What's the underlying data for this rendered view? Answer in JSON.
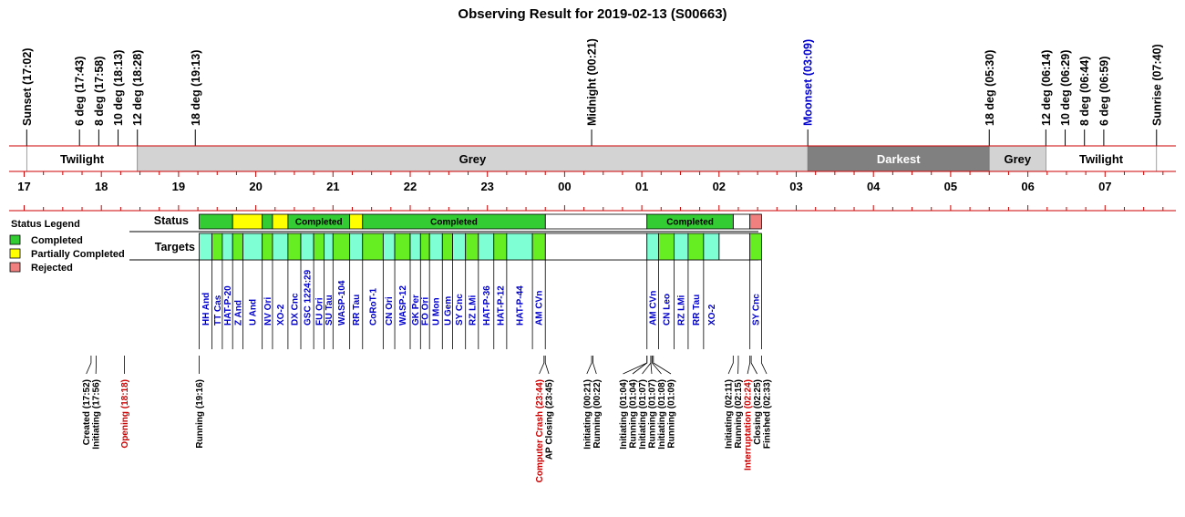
{
  "chart_data": {
    "type": "table",
    "title": "Observing Result for 2019-02-13 (S00663)",
    "hour_labels": [
      "17",
      "18",
      "19",
      "20",
      "21",
      "22",
      "23",
      "00",
      "01",
      "02",
      "03",
      "04",
      "05",
      "06",
      "07"
    ],
    "sun_events": [
      {
        "label": "Sunset (17:02)",
        "time": "17:02",
        "color": "#000000"
      },
      {
        "label": "6 deg (17:43)",
        "time": "17:43",
        "color": "#000000"
      },
      {
        "label": "8 deg (17:58)",
        "time": "17:58",
        "color": "#000000"
      },
      {
        "label": "10 deg (18:13)",
        "time": "18:13",
        "color": "#000000"
      },
      {
        "label": "12 deg (18:28)",
        "time": "18:28",
        "color": "#000000"
      },
      {
        "label": "18 deg (19:13)",
        "time": "19:13",
        "color": "#000000"
      },
      {
        "label": "Midnight (00:21)",
        "time": "00:21",
        "color": "#000000"
      },
      {
        "label": "Moonset (03:09)",
        "time": "03:09",
        "color": "#0000cc"
      },
      {
        "label": "18 deg (05:30)",
        "time": "05:30",
        "color": "#000000"
      },
      {
        "label": "12 deg (06:14)",
        "time": "06:14",
        "color": "#000000"
      },
      {
        "label": "10 deg (06:29)",
        "time": "06:29",
        "color": "#000000"
      },
      {
        "label": "8 deg (06:44)",
        "time": "06:44",
        "color": "#000000"
      },
      {
        "label": "6 deg (06:59)",
        "time": "06:59",
        "color": "#000000"
      },
      {
        "label": "Sunrise (07:40)",
        "time": "07:40",
        "color": "#000000"
      }
    ],
    "sky_bands": [
      {
        "label": "Twilight",
        "start": "17:02",
        "end": "18:28",
        "color": "#ffffff"
      },
      {
        "label": "Grey",
        "start": "18:28",
        "end": "03:09",
        "color": "#d3d3d3"
      },
      {
        "label": "Darkest",
        "start": "03:09",
        "end": "05:30",
        "color": "#808080",
        "text_color": "#ffffff"
      },
      {
        "label": "Grey",
        "start": "05:30",
        "end": "06:14",
        "color": "#d3d3d3"
      },
      {
        "label": "Twilight",
        "start": "06:14",
        "end": "07:40",
        "color": "#ffffff"
      }
    ],
    "row_labels": {
      "status": "Status",
      "targets": "Targets"
    },
    "legend": {
      "title": "Status Legend",
      "items": [
        {
          "label": "Completed",
          "color": "#33cc33"
        },
        {
          "label": "Partially Completed",
          "color": "#ffff00"
        },
        {
          "label": "Rejected",
          "color": "#f08080"
        }
      ]
    },
    "status_segments": [
      {
        "start": "19:16",
        "end": "19:42",
        "status": "Completed",
        "text": ""
      },
      {
        "start": "19:42",
        "end": "20:05",
        "status": "Partially Completed",
        "text": ""
      },
      {
        "start": "20:05",
        "end": "20:13",
        "status": "Completed",
        "text": ""
      },
      {
        "start": "20:13",
        "end": "20:25",
        "status": "Partially Completed",
        "text": ""
      },
      {
        "start": "20:25",
        "end": "21:13",
        "status": "Completed",
        "text": "Completed"
      },
      {
        "start": "21:13",
        "end": "21:23",
        "status": "Partially Completed",
        "text": ""
      },
      {
        "start": "21:23",
        "end": "23:45",
        "status": "Completed",
        "text": "Completed"
      },
      {
        "start": "01:04",
        "end": "02:11",
        "status": "Completed",
        "text": "Completed"
      },
      {
        "start": "02:24",
        "end": "02:33",
        "status": "Rejected",
        "text": ""
      }
    ],
    "targets": [
      {
        "name": "HH And",
        "start": "19:16",
        "end": "19:26",
        "color": "#7fffd4"
      },
      {
        "name": "TT Cas",
        "start": "19:26",
        "end": "19:34",
        "color": "#66ee22"
      },
      {
        "name": "HAT-P-20",
        "start": "19:34",
        "end": "19:42",
        "color": "#7fffd4"
      },
      {
        "name": "Z And",
        "start": "19:42",
        "end": "19:50",
        "color": "#66ee22"
      },
      {
        "name": "U And",
        "start": "19:50",
        "end": "20:05",
        "color": "#7fffd4"
      },
      {
        "name": "NV Ori",
        "start": "20:05",
        "end": "20:13",
        "color": "#66ee22"
      },
      {
        "name": "XO-2",
        "start": "20:13",
        "end": "20:25",
        "color": "#7fffd4"
      },
      {
        "name": "DX Cnc",
        "start": "20:25",
        "end": "20:35",
        "color": "#66ee22"
      },
      {
        "name": "GSC 1224:29",
        "start": "20:35",
        "end": "20:45",
        "color": "#7fffd4"
      },
      {
        "name": "FU Ori",
        "start": "20:45",
        "end": "20:53",
        "color": "#66ee22"
      },
      {
        "name": "SU Tau",
        "start": "20:53",
        "end": "21:00",
        "color": "#7fffd4"
      },
      {
        "name": "WASP-104",
        "start": "21:00",
        "end": "21:13",
        "color": "#66ee22"
      },
      {
        "name": "RR Tau",
        "start": "21:13",
        "end": "21:23",
        "color": "#7fffd4"
      },
      {
        "name": "CoRoT-1",
        "start": "21:23",
        "end": "21:39",
        "color": "#66ee22"
      },
      {
        "name": "CN Ori",
        "start": "21:39",
        "end": "21:48",
        "color": "#7fffd4"
      },
      {
        "name": "WASP-12",
        "start": "21:48",
        "end": "22:00",
        "color": "#66ee22"
      },
      {
        "name": "GK Per",
        "start": "22:00",
        "end": "22:08",
        "color": "#7fffd4"
      },
      {
        "name": "FO Ori",
        "start": "22:08",
        "end": "22:15",
        "color": "#66ee22"
      },
      {
        "name": "U Mon",
        "start": "22:15",
        "end": "22:25",
        "color": "#7fffd4"
      },
      {
        "name": "U Gem",
        "start": "22:25",
        "end": "22:33",
        "color": "#66ee22"
      },
      {
        "name": "SY Cnc",
        "start": "22:33",
        "end": "22:43",
        "color": "#7fffd4"
      },
      {
        "name": "RZ LMi",
        "start": "22:43",
        "end": "22:53",
        "color": "#66ee22"
      },
      {
        "name": "HAT-P-36",
        "start": "22:53",
        "end": "23:05",
        "color": "#7fffd4"
      },
      {
        "name": "HAT-P-12",
        "start": "23:05",
        "end": "23:15",
        "color": "#66ee22"
      },
      {
        "name": "HAT-P-44",
        "start": "23:15",
        "end": "23:35",
        "color": "#7fffd4"
      },
      {
        "name": "AM CVn",
        "start": "23:35",
        "end": "23:45",
        "color": "#66ee22"
      },
      {
        "name": "AM CVn",
        "start": "01:04",
        "end": "01:13",
        "color": "#7fffd4"
      },
      {
        "name": "CN Leo",
        "start": "01:13",
        "end": "01:25",
        "color": "#66ee22"
      },
      {
        "name": "RZ LMi",
        "start": "01:25",
        "end": "01:36",
        "color": "#7fffd4"
      },
      {
        "name": "RR Tau",
        "start": "01:36",
        "end": "01:48",
        "color": "#66ee22"
      },
      {
        "name": "XO-2",
        "start": "01:48",
        "end": "02:00",
        "color": "#7fffd4"
      },
      {
        "name": "SY Cnc",
        "start": "02:24",
        "end": "02:33",
        "color": "#66ee22"
      }
    ],
    "log_events": [
      {
        "label": "Created (17:52)",
        "time": "17:52",
        "color": "#000000"
      },
      {
        "label": "Initiating (17:56)",
        "time": "17:56",
        "color": "#000000"
      },
      {
        "label": "Opening (18:18)",
        "time": "18:18",
        "color": "#cc0000"
      },
      {
        "label": "Running (19:16)",
        "time": "19:16",
        "color": "#000000"
      },
      {
        "label": "Computer Crash (23:44)",
        "time": "23:44",
        "color": "#cc0000"
      },
      {
        "label": "AP Closing (23:45)",
        "time": "23:45",
        "color": "#000000"
      },
      {
        "label": "Initiating (00:21)",
        "time": "00:21",
        "color": "#000000"
      },
      {
        "label": "Running (00:22)",
        "time": "00:22",
        "color": "#000000"
      },
      {
        "label": "Initiating (01:04)",
        "time": "01:04",
        "color": "#000000"
      },
      {
        "label": "Running (01:04)",
        "time": "01:04",
        "color": "#000000"
      },
      {
        "label": "Initiating (01:07)",
        "time": "01:07",
        "color": "#000000"
      },
      {
        "label": "Running (01:07)",
        "time": "01:07",
        "color": "#000000"
      },
      {
        "label": "Initiating (01:08)",
        "time": "01:08",
        "color": "#000000"
      },
      {
        "label": "Running (01:09)",
        "time": "01:09",
        "color": "#000000"
      },
      {
        "label": "Initiating (02:11)",
        "time": "02:11",
        "color": "#000000"
      },
      {
        "label": "Running (02:15)",
        "time": "02:15",
        "color": "#000000"
      },
      {
        "label": "Interruptation (02:24)",
        "time": "02:24",
        "color": "#cc0000"
      },
      {
        "label": "Closing (02:25)",
        "time": "02:25",
        "color": "#000000"
      },
      {
        "label": "Finished (02:33)",
        "time": "02:33",
        "color": "#000000"
      }
    ],
    "colors": {
      "axis": "#cc0000",
      "label_blue": "#0000cc"
    }
  }
}
